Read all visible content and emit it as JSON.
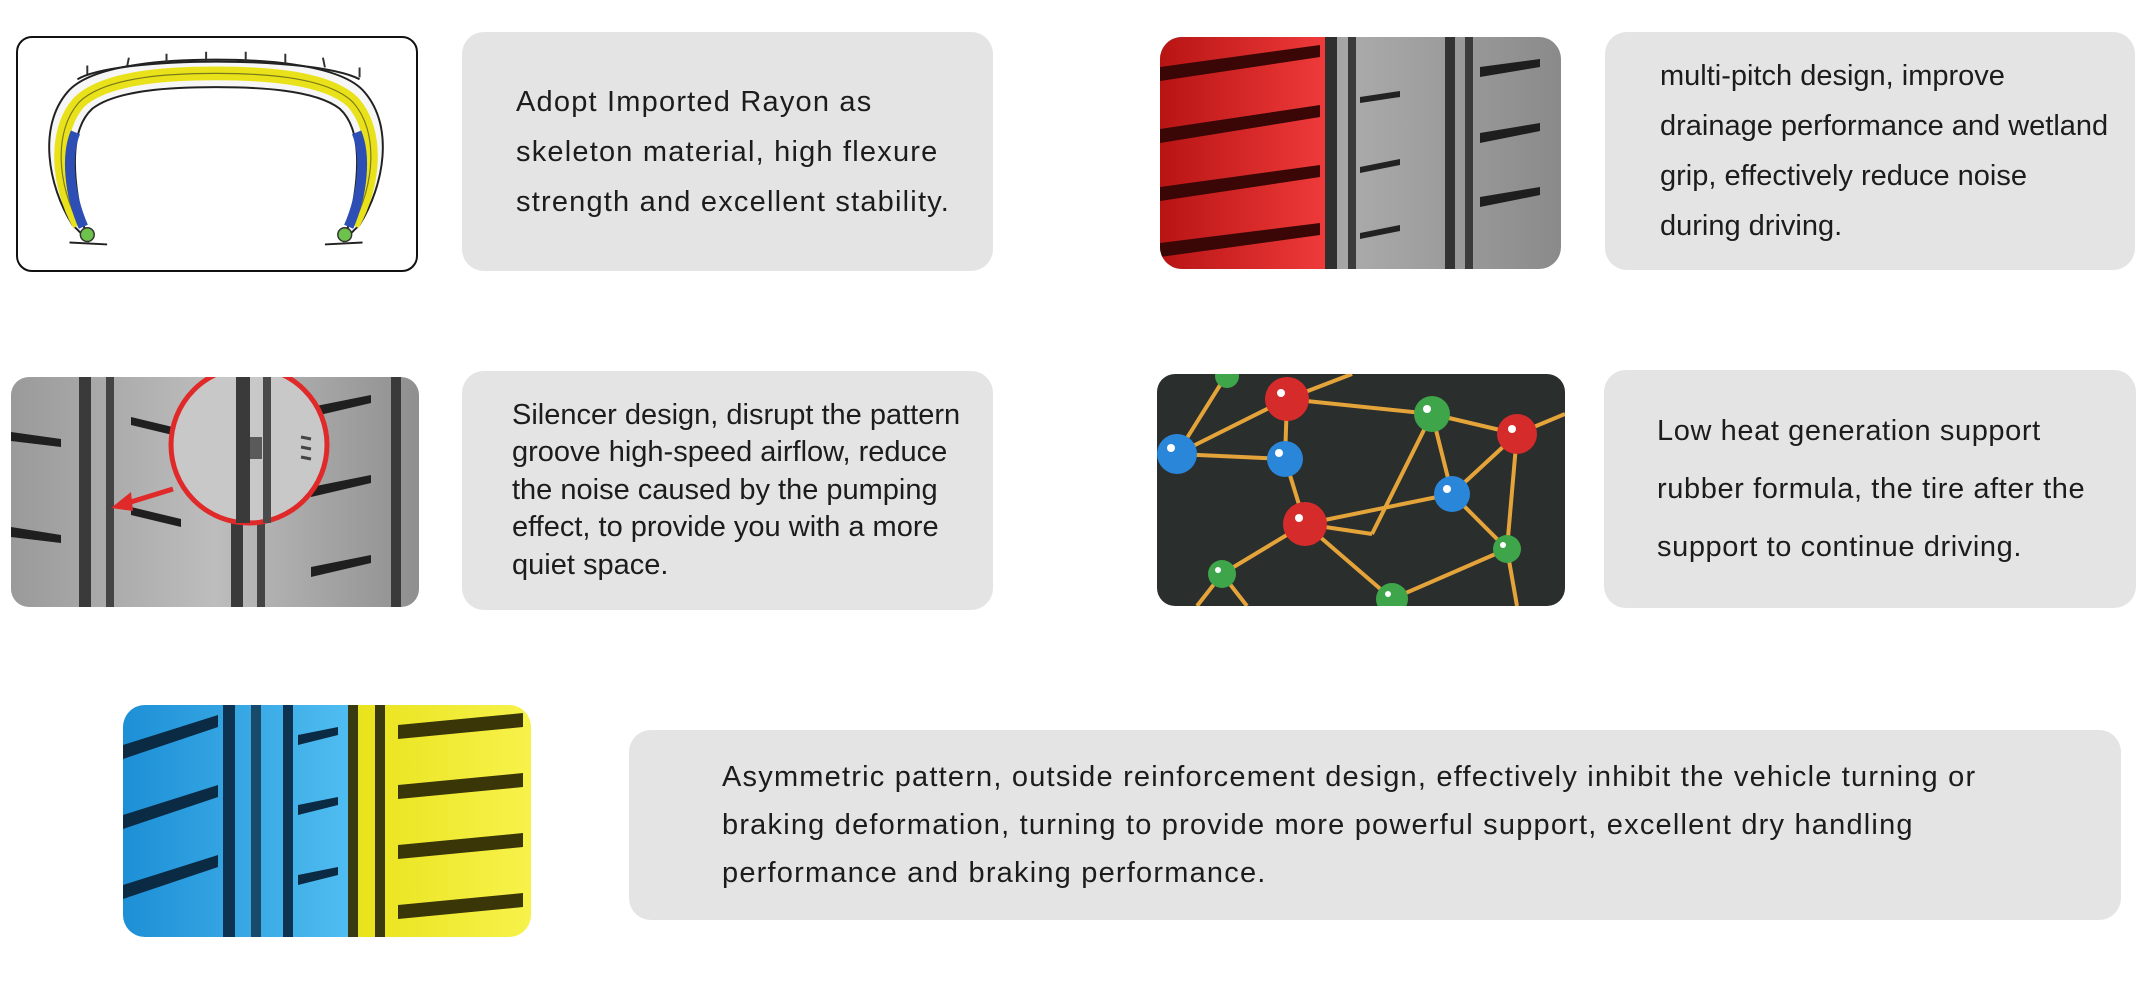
{
  "features": [
    {
      "id": "rayon",
      "icon": "tire-cross-section-icon",
      "text": "Adopt Imported Rayon as skeleton material, high flexure strength and excellent stability."
    },
    {
      "id": "multipitch",
      "icon": "tread-multipitch-icon",
      "text": "multi-pitch design, improve drainage performance and wetland grip, effectively reduce noise during driving."
    },
    {
      "id": "silencer",
      "icon": "tread-silencer-magnifier-icon",
      "text": "Silencer design, disrupt the pattern groove high-speed airflow, reduce the noise caused by the pumping effect, to provide you with a more quiet space."
    },
    {
      "id": "molecule",
      "icon": "rubber-molecule-network-icon",
      "text": "Low heat generation support rubber formula, the tire after the support to continue driving."
    },
    {
      "id": "asymmetric",
      "icon": "asymmetric-tread-icon",
      "text": "Asymmetric pattern, outside reinforcement design, effectively inhibit the vehicle turning or braking deformation, turning to provide more powerful support, excellent dry handling performance and braking performance."
    }
  ],
  "colors": {
    "card_background": "#e4e4e4",
    "text": "#1c1c1c",
    "tread_gray": "#8f8f8f",
    "highlight_red": "#e02a2a",
    "highlight_blue": "#2ea6e0",
    "highlight_yellow": "#f2ec1a",
    "molecule_background": "#2a2e2c",
    "bond_orange": "#e4a43a"
  }
}
